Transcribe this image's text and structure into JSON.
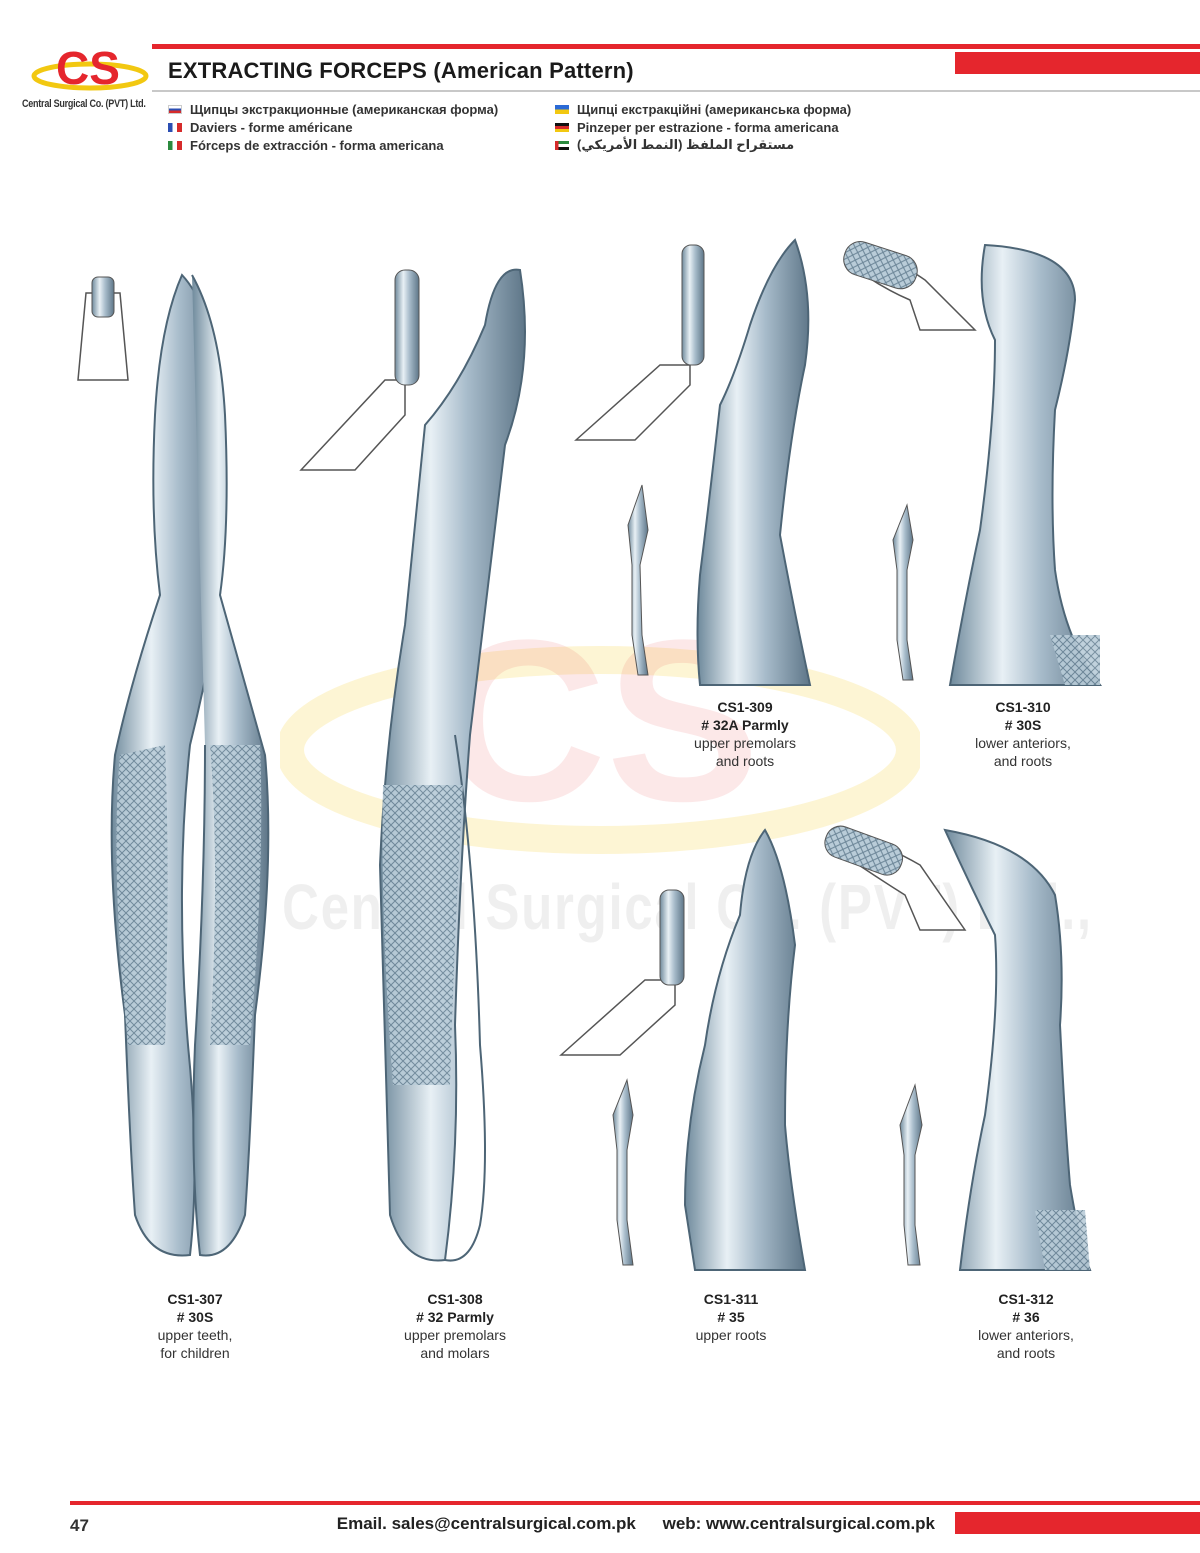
{
  "header": {
    "logo_text": "CS",
    "company_tagline": "Central Surgical Co. (PVT) Ltd.",
    "title": "EXTRACTING FORCEPS (American Pattern)",
    "languages_left": [
      {
        "flag": "russia-flag-icon",
        "text": "Щипцы экстракционные (американская форма)"
      },
      {
        "flag": "france-flag-icon",
        "text": "Daviers - forme américane"
      },
      {
        "flag": "spain-flag-icon",
        "text": "Fórceps de extracción - forma americana"
      }
    ],
    "languages_right": [
      {
        "flag": "ukraine-flag-icon",
        "text": "Щипці екстракційні (американська форма)"
      },
      {
        "flag": "germany-flag-icon",
        "text": "Pinzeper per estrazione - forma americana"
      },
      {
        "flag": "uae-flag-icon",
        "text": "ﻣﺴﺘﻘﺮاح اﻟﻤﻠﻔﻆ (اﻟﻨﻤﻂ اﻷﻣﺮﻳﻜﻲ)"
      }
    ]
  },
  "watermark": {
    "mark": "CS",
    "text": "Central Surgical Co. (PVT) Ltd.,"
  },
  "products": [
    {
      "code": "CS1-307",
      "number": "# 30S",
      "description": "upper teeth,\nfor children"
    },
    {
      "code": "CS1-308",
      "number": "# 32 Parmly",
      "description": "upper premolars\nand molars"
    },
    {
      "code": "CS1-309",
      "number": "# 32A Parmly",
      "description": "upper premolars\nand roots"
    },
    {
      "code": "CS1-310",
      "number": "# 30S",
      "description": "lower anteriors,\nand roots"
    },
    {
      "code": "CS1-311",
      "number": "# 35",
      "description": "upper roots"
    },
    {
      "code": "CS1-312",
      "number": "# 36",
      "description": "lower anteriors,\nand roots"
    }
  ],
  "footer": {
    "page_number": "47",
    "email": "Email. sales@centralsurgical.com.pk",
    "web": "web: www.centralsurgical.com.pk"
  },
  "colors": {
    "brand_red": "#e5262d",
    "steel": "#9fb6c6"
  }
}
